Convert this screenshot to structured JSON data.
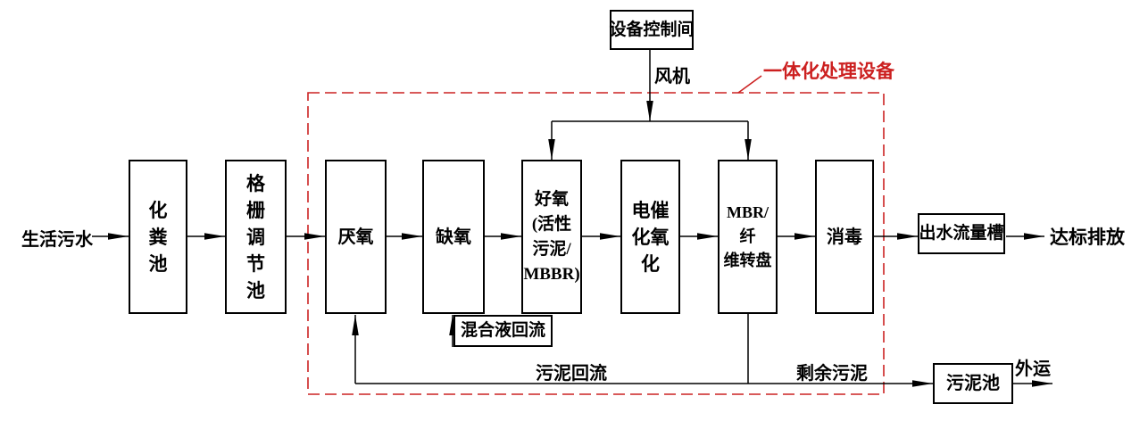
{
  "diagram": {
    "red_label": "一体化处理设备",
    "flow_labels": {
      "inflow": "生活污水",
      "fan": "风机",
      "mixed_liquor_return": "混合液回流",
      "sludge_return": "污泥回流",
      "excess_sludge": "剩余污泥",
      "discharge": "达标排放",
      "transport_out": "外运"
    },
    "boxes": {
      "control_room": "设备控制间",
      "septic_tank": "化粪池",
      "grid_regulating_tank": "格栅调节池",
      "anaerobic": "厌氧",
      "anoxic": "缺氧",
      "aerobic_lines": [
        "好氧",
        "(活性",
        "污泥/",
        "MBBR)"
      ],
      "electrocatalytic_lines": [
        "电催",
        "化氧",
        "化"
      ],
      "mbr_lines": [
        "MBR/纤",
        "维转盘"
      ],
      "disinfection": "消毒",
      "outlet_flume": "出水流量槽",
      "sludge_tank": "污泥池"
    },
    "colors": {
      "line": "#000000",
      "red_dashed_box": "#cc2222",
      "red_text": "#cc2020",
      "background": "#ffffff"
    }
  }
}
